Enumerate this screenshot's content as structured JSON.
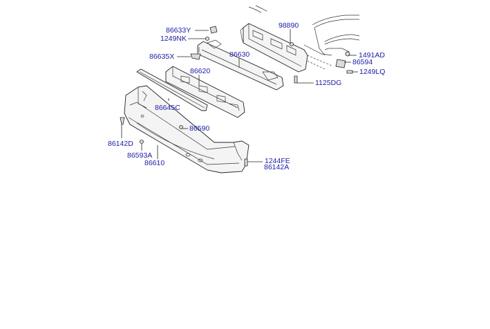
{
  "diagram": {
    "labels": [
      {
        "id": "86633y",
        "text": "86633Y"
      },
      {
        "id": "1249nk",
        "text": "1249NK"
      },
      {
        "id": "98890",
        "text": "98890"
      },
      {
        "id": "86635x",
        "text": "86635X"
      },
      {
        "id": "86630",
        "text": "86630"
      },
      {
        "id": "1491ad",
        "text": "1491AD"
      },
      {
        "id": "86594",
        "text": "86594"
      },
      {
        "id": "1249lq",
        "text": "1249LQ"
      },
      {
        "id": "86620",
        "text": "86620"
      },
      {
        "id": "1125dg",
        "text": "1125DG"
      },
      {
        "id": "86645c",
        "text": "86645C"
      },
      {
        "id": "86590",
        "text": "86590"
      },
      {
        "id": "86142d",
        "text": "86142D"
      },
      {
        "id": "86593a",
        "text": "86593A"
      },
      {
        "id": "86610",
        "text": "86610"
      },
      {
        "id": "1244fe",
        "text": "1244FE"
      },
      {
        "id": "86142a",
        "text": "86142A"
      }
    ]
  }
}
